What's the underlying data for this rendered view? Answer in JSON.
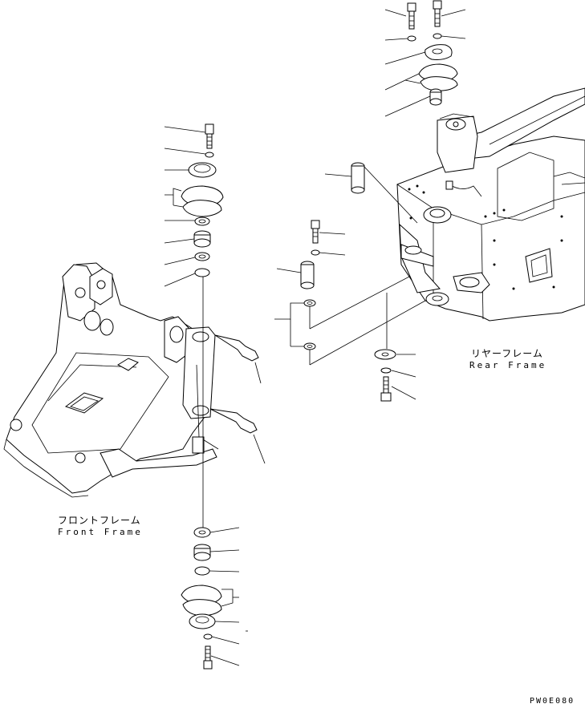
{
  "labels": {
    "front_frame_jp": "フロントフレーム",
    "front_frame_en": "Front Frame",
    "rear_frame_jp": "リヤーフレーム",
    "rear_frame_en": "Rear Frame",
    "drawing_code": "PW0E080"
  }
}
